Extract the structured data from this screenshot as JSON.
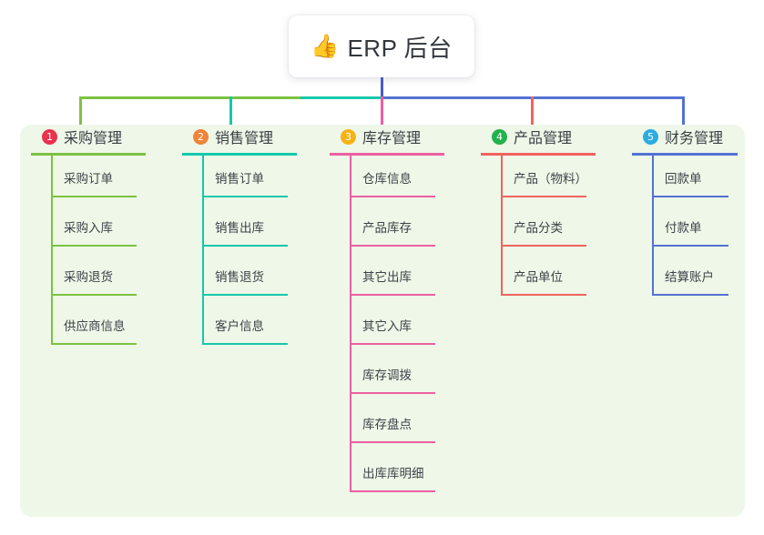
{
  "root": {
    "icon": "thumbs-up-icon",
    "icon_glyph": "👍",
    "title": "ERP 后台"
  },
  "colors": {
    "panel_bg": "#eef7e8",
    "root_line": "#4a5bc4",
    "col1": "#7cc242",
    "col2": "#15c8ab",
    "col3": "#ec5fa1",
    "col4": "#f2635e",
    "col5": "#5472d3",
    "badge1": "#e8344e",
    "badge2": "#f08437",
    "badge3": "#f5b316",
    "badge4": "#23b14d",
    "badge5": "#2bace2"
  },
  "columns": [
    {
      "number": "1",
      "title": "采购管理",
      "accent": "#7cc242",
      "badge_color": "#e8344e",
      "items": [
        "采购订单",
        "采购入库",
        "采购退货",
        "供应商信息"
      ]
    },
    {
      "number": "2",
      "title": "销售管理",
      "accent": "#15c8ab",
      "badge_color": "#f08437",
      "items": [
        "销售订单",
        "销售出库",
        "销售退货",
        "客户信息"
      ]
    },
    {
      "number": "3",
      "title": "库存管理",
      "accent": "#ec5fa1",
      "badge_color": "#f5b316",
      "items": [
        "仓库信息",
        "产品库存",
        "其它出库",
        "其它入库",
        "库存调拨",
        "库存盘点",
        "出库库明细"
      ]
    },
    {
      "number": "4",
      "title": "产品管理",
      "accent": "#f2635e",
      "badge_color": "#23b14d",
      "items": [
        "产品（物料）",
        "产品分类",
        "产品单位"
      ]
    },
    {
      "number": "5",
      "title": "财务管理",
      "accent": "#5472d3",
      "badge_color": "#2bace2",
      "items": [
        "回款单",
        "付款单",
        "结算账户"
      ]
    }
  ]
}
